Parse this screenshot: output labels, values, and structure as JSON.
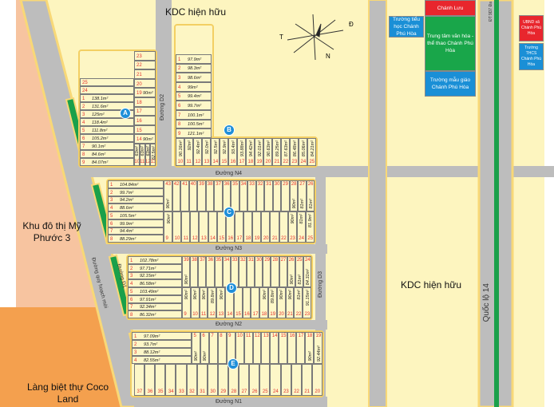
{
  "colors": {
    "background": "#fdf5bf",
    "road": "#bdbdbd",
    "median": "#1aa04a",
    "peach": "#f7c4a0",
    "orange": "#f4a04e",
    "lot_number": "#e4302b",
    "marker": "#1f8fd9"
  },
  "areas": {
    "kdc_top": "KDC hiện hữu",
    "kdc_right": "KDC hiện hữu",
    "my_phuoc": "Khu đô thị Mỹ Phước 3",
    "coco_land": "Làng biệt thự Coco Land"
  },
  "roads": {
    "n4": "Đường N4",
    "n3": "Đường N3",
    "n2": "Đường N2",
    "n1": "Đường N1",
    "d2": "Đường D2",
    "d3": "Đường D3",
    "d1": "Đường D1",
    "planned": "Đường quy hoạch mới",
    "ql14": "Quốc lộ 14",
    "dt": "ĐT 9D7 Đa"
  },
  "compass": {
    "t": "T",
    "d": "Đ",
    "n": "N"
  },
  "buildings": {
    "chanh_luu": "Chánh Lưu",
    "tieu_hoc": "Trường tiểu học Chánh Phú Hòa",
    "trung_tam": "Trung tâm văn hóa - thể thao Chánh Phú Hòa",
    "mau_giao": "Trường mẫu giáo Chánh Phú Hòa",
    "ubnd": "UBND xã Chánh Phú Hòa",
    "thcs": "Trường THCS Chánh Phú Hòa"
  },
  "blocks": {
    "A": {
      "label": "A",
      "top": [
        "25",
        "24"
      ],
      "left": [
        [
          "1",
          "138.1m²"
        ],
        [
          "2",
          "131.6m²"
        ],
        [
          "3",
          "125m²"
        ],
        [
          "4",
          "118.4m²"
        ],
        [
          "5",
          "111.8m²"
        ],
        [
          "6",
          "105.2m²"
        ],
        [
          "7",
          "90.1m²"
        ],
        [
          "8",
          "84.6m²"
        ],
        [
          "9",
          "84.07m²"
        ]
      ],
      "right": [
        [
          "23",
          ""
        ],
        [
          "22",
          ""
        ],
        [
          "21",
          ""
        ],
        [
          "20",
          ""
        ],
        [
          "19",
          "90m²"
        ],
        [
          "18",
          ""
        ],
        [
          "17",
          ""
        ],
        [
          "16",
          ""
        ],
        [
          "15",
          ""
        ],
        [
          "14",
          "90m²"
        ]
      ],
      "bottom": [
        [
          "10",
          "63m²"
        ],
        [
          "11",
          "63m²"
        ],
        [
          "12",
          "63m²"
        ],
        [
          "13",
          "62.5m²"
        ]
      ]
    },
    "B": {
      "label": "B",
      "column": [
        [
          "1",
          "97.9m²"
        ],
        [
          "2",
          "98.3m²"
        ],
        [
          "3",
          "98.6m²"
        ],
        [
          "4",
          "99m²"
        ],
        [
          "5",
          "99.4m²"
        ],
        [
          "6",
          "99.7m²"
        ],
        [
          "7",
          "100.1m²"
        ],
        [
          "8",
          "100.5m²"
        ],
        [
          "9",
          "121.1m²"
        ]
      ],
      "row": [
        [
          "10",
          "90.16m²"
        ],
        [
          "11",
          "92m²"
        ],
        [
          "12",
          "92.4m²"
        ],
        [
          "13",
          "92.0m²"
        ],
        [
          "14",
          "92.5m²"
        ],
        [
          "15",
          "92.9m²"
        ],
        [
          "16",
          "93.4m²"
        ],
        [
          "17",
          "93.88m²"
        ],
        [
          "18",
          "94.42m²"
        ],
        [
          "19",
          "92.01m²"
        ],
        [
          "20",
          "90.63m²"
        ],
        [
          "21",
          "89.25m²"
        ],
        [
          "22",
          "87.63m²"
        ],
        [
          "23",
          "86.48m²"
        ],
        [
          "24",
          "85.06m²"
        ],
        [
          "25",
          "84.21m²"
        ]
      ]
    },
    "C": {
      "label": "C",
      "left": [
        [
          "1",
          "104.84m²"
        ],
        [
          "2",
          "99.7m²"
        ],
        [
          "3",
          "94.2m²"
        ],
        [
          "4",
          "88.6m²"
        ],
        [
          "5",
          "105.5m²"
        ],
        [
          "6",
          "99.9m²"
        ],
        [
          "7",
          "94.4m²"
        ],
        [
          "8",
          "88.29m²"
        ]
      ],
      "top": [
        [
          "43",
          "90m²"
        ],
        [
          "42",
          ""
        ],
        [
          "41",
          ""
        ],
        [
          "40",
          ""
        ],
        [
          "39",
          ""
        ],
        [
          "38",
          ""
        ],
        [
          "37",
          ""
        ],
        [
          "36",
          ""
        ],
        [
          "35",
          ""
        ],
        [
          "34",
          ""
        ],
        [
          "33",
          ""
        ],
        [
          "32",
          ""
        ],
        [
          "31",
          ""
        ],
        [
          "30",
          ""
        ],
        [
          "29",
          ""
        ],
        [
          "28",
          "90m²"
        ],
        [
          "27",
          "81m²"
        ],
        [
          "26",
          "81m²"
        ]
      ],
      "bottom": [
        [
          "9",
          "90m²"
        ],
        [
          "10",
          ""
        ],
        [
          "11",
          ""
        ],
        [
          "12",
          ""
        ],
        [
          "13",
          ""
        ],
        [
          "14",
          ""
        ],
        [
          "15",
          ""
        ],
        [
          "16",
          ""
        ],
        [
          "17",
          ""
        ],
        [
          "18",
          ""
        ],
        [
          "19",
          ""
        ],
        [
          "20",
          ""
        ],
        [
          "21",
          ""
        ],
        [
          "22",
          ""
        ],
        [
          "23",
          "90m²"
        ],
        [
          "24",
          "81m²"
        ],
        [
          "25",
          "81.9m²"
        ]
      ]
    },
    "D": {
      "label": "D",
      "left": [
        [
          "1",
          "102.78m²"
        ],
        [
          "2",
          "97.71m²"
        ],
        [
          "3",
          "92.15m²"
        ],
        [
          "4",
          "86.58m²"
        ],
        [
          "5",
          "103.49m²"
        ],
        [
          "6",
          "97.91m²"
        ],
        [
          "7",
          "92.34m²"
        ],
        [
          "8",
          "86.32m²"
        ]
      ],
      "top": [
        [
          "39",
          "90m²"
        ],
        [
          "38",
          ""
        ],
        [
          "37",
          ""
        ],
        [
          "36",
          ""
        ],
        [
          "35",
          ""
        ],
        [
          "34",
          ""
        ],
        [
          "33",
          ""
        ],
        [
          "32",
          ""
        ],
        [
          "31",
          ""
        ],
        [
          "30",
          ""
        ],
        [
          "29",
          ""
        ],
        [
          "28",
          ""
        ],
        [
          "27",
          ""
        ],
        [
          "26",
          "90m²"
        ],
        [
          "25",
          "81m²"
        ],
        [
          "24",
          "84.31m²"
        ]
      ],
      "bottom": [
        [
          "9",
          "90m²"
        ],
        [
          "10",
          "90m²"
        ],
        [
          "11",
          "90m²"
        ],
        [
          "12",
          "89.8m²"
        ],
        [
          "13",
          "90m²"
        ],
        [
          "14",
          ""
        ],
        [
          "15",
          ""
        ],
        [
          "16",
          ""
        ],
        [
          "17",
          ""
        ],
        [
          "18",
          "90m²"
        ],
        [
          "19",
          "89.8m²"
        ],
        [
          "20",
          "90m²"
        ],
        [
          "21",
          "90m²"
        ],
        [
          "22",
          "81m²"
        ],
        [
          "23",
          "91.15m²"
        ]
      ]
    },
    "E": {
      "label": "E",
      "left": [
        [
          "1",
          "97.09m²"
        ],
        [
          "2",
          "93.7m²"
        ],
        [
          "3",
          "88.12m²"
        ],
        [
          "4",
          "82.55m²"
        ]
      ],
      "top": [
        [
          "5",
          "90m²"
        ],
        [
          "6",
          "90m²"
        ],
        [
          "7",
          ""
        ],
        [
          "8",
          ""
        ],
        [
          "9",
          ""
        ],
        [
          "10",
          ""
        ],
        [
          "11",
          ""
        ],
        [
          "12",
          ""
        ],
        [
          "13",
          ""
        ],
        [
          "14",
          ""
        ],
        [
          "15",
          ""
        ],
        [
          "16",
          ""
        ],
        [
          "17",
          ""
        ],
        [
          "18",
          "90m²"
        ],
        [
          "19",
          "92.44m²"
        ]
      ],
      "bottom": [
        [
          "37",
          ""
        ],
        [
          "36",
          ""
        ],
        [
          "35",
          ""
        ],
        [
          "34",
          ""
        ],
        [
          "33",
          ""
        ],
        [
          "32",
          ""
        ],
        [
          "31",
          ""
        ],
        [
          "30",
          ""
        ],
        [
          "29",
          ""
        ],
        [
          "28",
          ""
        ],
        [
          "27",
          ""
        ],
        [
          "26",
          ""
        ],
        [
          "25",
          ""
        ],
        [
          "24",
          ""
        ],
        [
          "23",
          ""
        ],
        [
          "22",
          ""
        ],
        [
          "21",
          ""
        ],
        [
          "20",
          ""
        ]
      ]
    }
  }
}
